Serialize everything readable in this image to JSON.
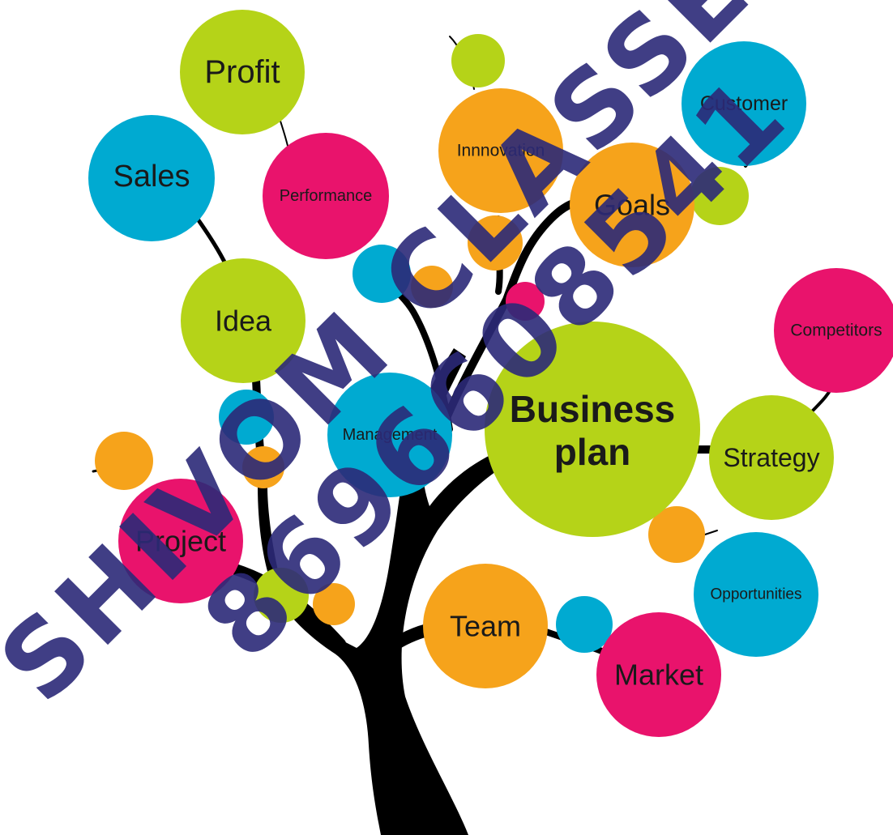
{
  "colors": {
    "green": "#b5d318",
    "blue": "#00aad1",
    "pink": "#e9136c",
    "orange": "#f6a31b",
    "trunk": "#000000",
    "watermark": "#2c2a78"
  },
  "labels": {
    "profit": "Profit",
    "sales": "Sales",
    "performance": "Performance",
    "innovation": "Innnovation",
    "customer": "Customer",
    "goals": "Goals",
    "idea": "Idea",
    "competitors": "Competitors",
    "management": "Management",
    "business_plan_line1": "Business",
    "business_plan_line2": "plan",
    "strategy": "Strategy",
    "project": "Project",
    "opportunities": "Opportunities",
    "team": "Team",
    "market": "Market"
  },
  "watermark": {
    "line1": "SHIVOM CLASSES",
    "line2": "8696608541"
  }
}
